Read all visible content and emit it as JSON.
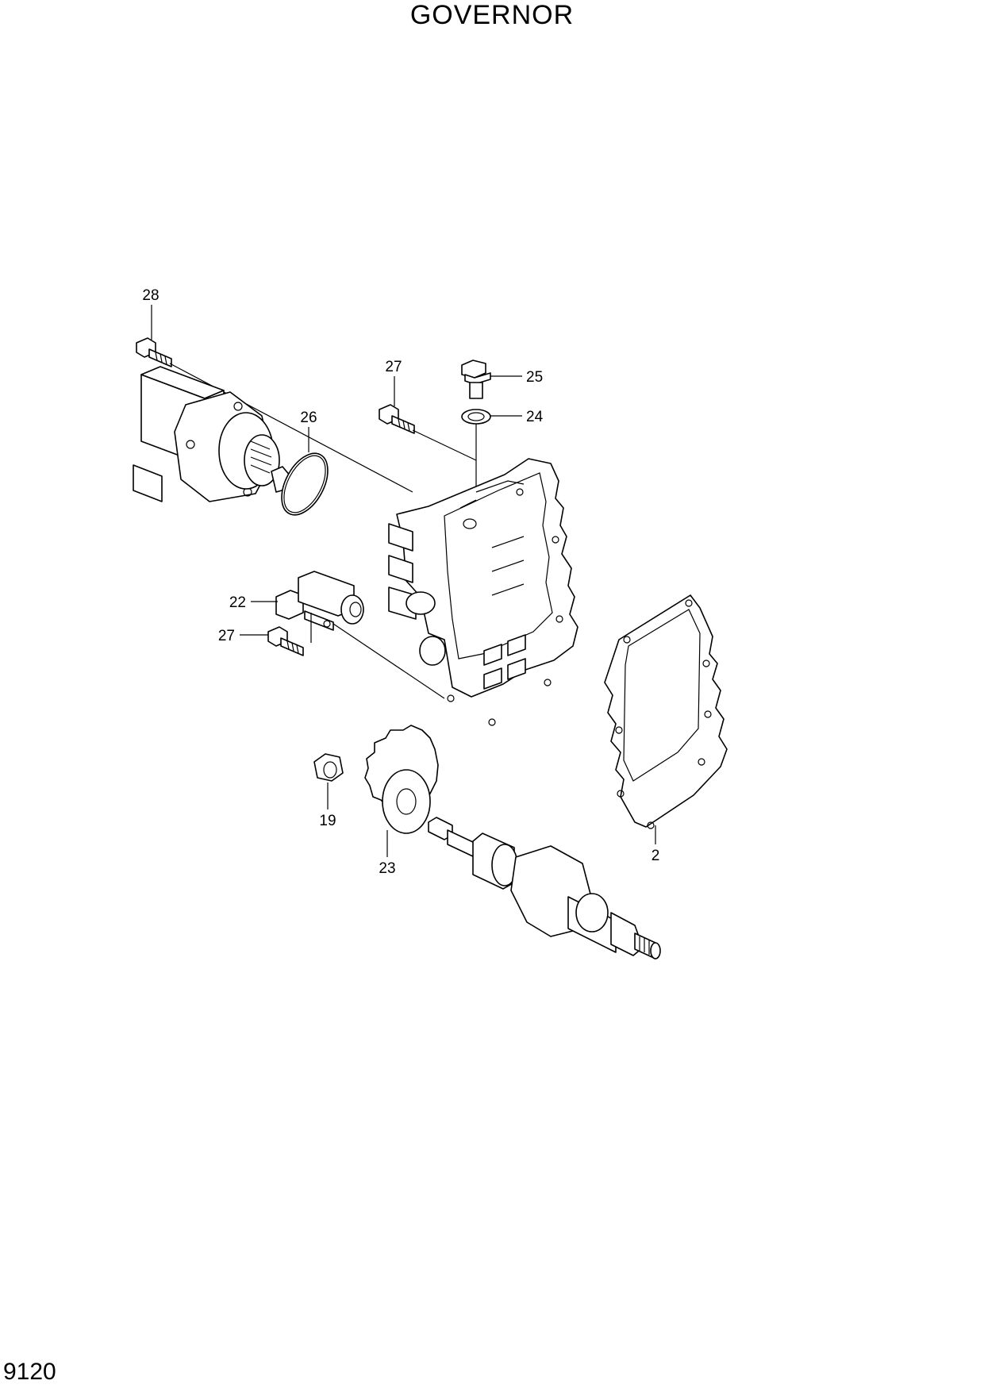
{
  "title": "GOVERNOR",
  "page_number": "9120",
  "callouts": {
    "c28": "28",
    "c27_top": "27",
    "c25": "25",
    "c24": "24",
    "c26": "26",
    "c22": "22",
    "c27_left": "27",
    "c19": "19",
    "c23": "23",
    "c2": "2"
  }
}
